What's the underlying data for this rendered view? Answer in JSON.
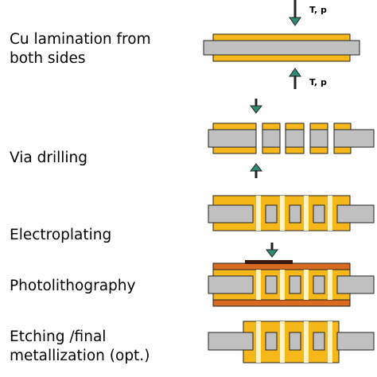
{
  "steps": [
    {
      "label": "Cu lamination from\nboth sides"
    },
    {
      "label": "Via drilling"
    },
    {
      "label": "Electroplating"
    },
    {
      "label": "Photolithography"
    },
    {
      "label": "Etching /final\nmetallization (opt.)"
    }
  ],
  "annotations": {
    "pressure_top": "T, p",
    "pressure_bottom": "T, p"
  },
  "colors": {
    "core": "#c0c0c0",
    "copper": "#f5b71a",
    "plating": "#fff3c4",
    "photoresist": "#d86a22",
    "mask": "#3a1a10",
    "arrow": "#2f8a74",
    "outline": "#222222"
  }
}
